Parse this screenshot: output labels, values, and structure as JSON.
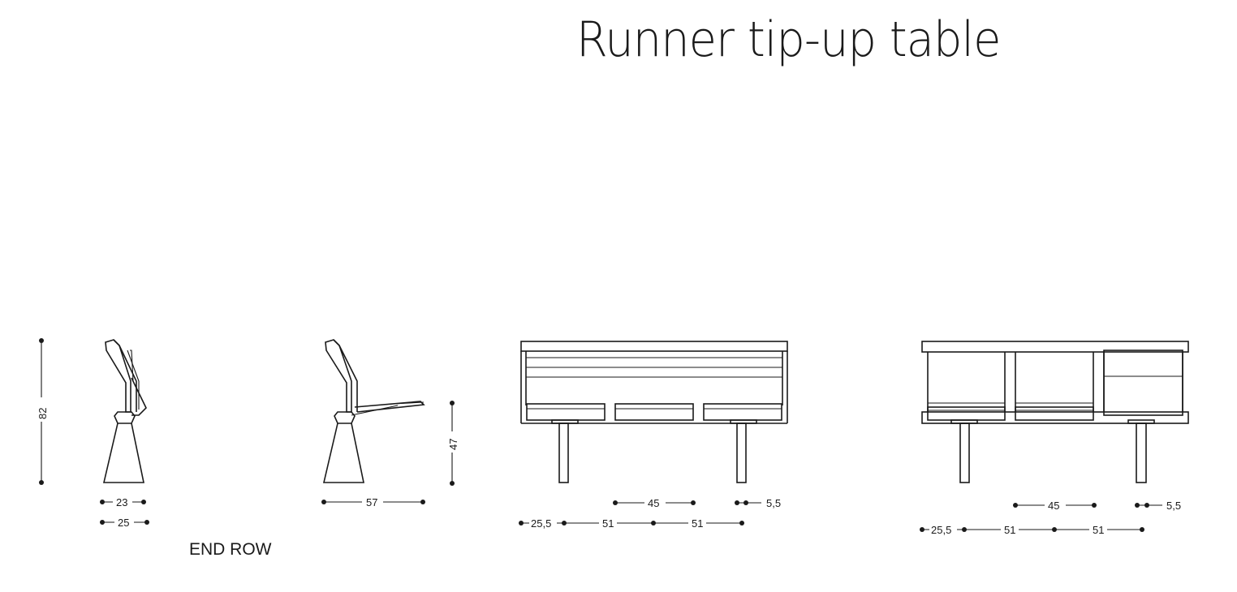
{
  "title": "Runner tip-up table",
  "end_row_label": "END ROW",
  "dimensions": {
    "side_height": "82",
    "side_depth_top": "23",
    "side_depth_bottom": "25",
    "open_table_depth": "57",
    "seat_height": "47",
    "front_view": {
      "seat_width": "45",
      "gap": "5,5",
      "edge": "25,5",
      "pitch_1": "51",
      "pitch_2": "51"
    },
    "rear_view": {
      "seat_width": "45",
      "gap": "5,5",
      "edge": "25,5",
      "pitch_1": "51",
      "pitch_2": "51"
    }
  }
}
